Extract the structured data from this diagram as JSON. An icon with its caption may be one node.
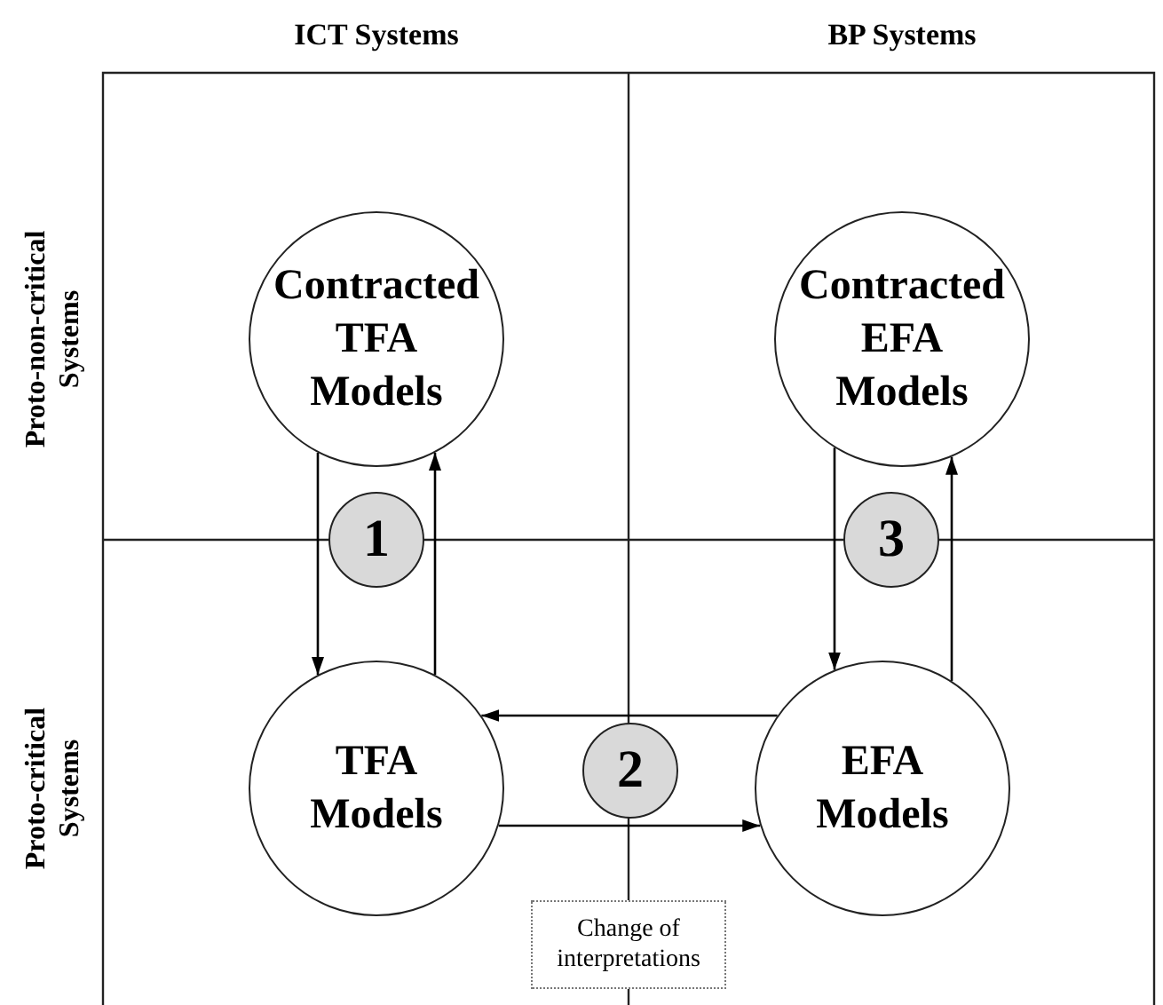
{
  "diagram": {
    "nodes": [
      {
        "text": [
          "Contracted TFA Models"
        ]
      },
      {
        "text": [
          "Contracted EFA Models"
        ]
      },
      {
        "text": [
          "1"
        ]
      },
      {
        "text": [
          "3"
        ]
      },
      {
        "text": [
          "TFA Models"
        ]
      },
      {
        "text": [
          "2"
        ]
      },
      {
        "text": [
          "EFA Models"
        ]
      },
      {
        "text": [
          "Change of interpretations"
        ]
      }
    ],
    "edges": [
      {
        "from": 0,
        "to": 4,
        "arrow": "to"
      },
      {
        "from": 4,
        "to": 0,
        "arrow": "to"
      },
      {
        "from": 1,
        "to": 6,
        "arrow": "to"
      },
      {
        "from": 6,
        "to": 1,
        "arrow": "to"
      },
      {
        "from": 6,
        "to": 4,
        "arrow": "to"
      },
      {
        "from": 4,
        "to": 6,
        "arrow": "to"
      }
    ],
    "labels": [
      "ICT Systems",
      "BP Systems",
      "Proto-non-critical Systems",
      "Proto-critical Systems"
    ]
  }
}
